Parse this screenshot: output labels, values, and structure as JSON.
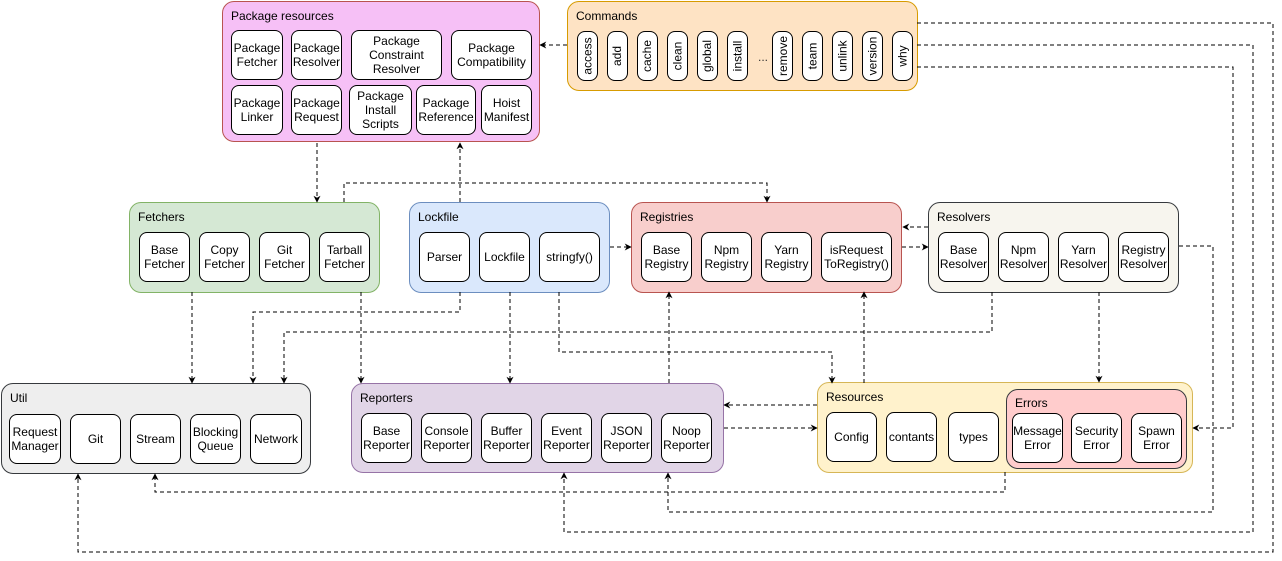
{
  "diagram": {
    "groups": {
      "package_resources": {
        "title": "Package resources",
        "color": "#f6c0f6",
        "items": [
          "Package\nFetcher",
          "Package\nResolver",
          "Package\nConstraint\nResolver",
          "Package\nCompatibility",
          "Package\nLinker",
          "Package\nRequest",
          "Package\nInstall\nScripts",
          "Package\nReference",
          "Hoist\nManifest"
        ]
      },
      "commands": {
        "title": "Commands",
        "color": "#fee3c4",
        "items": [
          "access",
          "add",
          "cache",
          "clean",
          "global",
          "install",
          "remove",
          "team",
          "unlink",
          "version",
          "why"
        ],
        "ellipsis": "..."
      },
      "fetchers": {
        "title": "Fetchers",
        "color": "#d5e8d4",
        "items": [
          "Base\nFetcher",
          "Copy\nFetcher",
          "Git\nFetcher",
          "Tarball\nFetcher"
        ]
      },
      "lockfile": {
        "title": "Lockfile",
        "color": "#dae8fc",
        "items": [
          "Parser",
          "Lockfile",
          "stringfy()"
        ]
      },
      "registries": {
        "title": "Registries",
        "color": "#f8cecc",
        "items": [
          "Base\nRegistry",
          "Npm\nRegistry",
          "Yarn\nRegistry",
          "isRequest\nToRegistry()"
        ]
      },
      "resolvers": {
        "title": "Resolvers",
        "color": "#f7f5ee",
        "items": [
          "Base\nResolver",
          "Npm\nResolver",
          "Yarn\nResolver",
          "Registry\nResolver"
        ]
      },
      "util": {
        "title": "Util",
        "color": "#eeeeee",
        "items": [
          "Request\nManager",
          "Git",
          "Stream",
          "Blocking\nQueue",
          "Network"
        ]
      },
      "reporters": {
        "title": "Reporters",
        "color": "#e1d5e7",
        "items": [
          "Base\nReporter",
          "Console\nReporter",
          "Buffer\nReporter",
          "Event\nReporter",
          "JSON\nReporter",
          "Noop\nReporter"
        ]
      },
      "resources": {
        "title": "Resources",
        "color": "#fff2cc",
        "items": [
          "Config",
          "contants",
          "types"
        ]
      },
      "errors": {
        "title": "Errors",
        "color": "#ffcccc",
        "items": [
          "Message\nError",
          "Security\nError",
          "Spawn\nError"
        ]
      }
    },
    "edges": [
      {
        "from": "commands",
        "to": "package_resources"
      },
      {
        "from": "package_resources",
        "to": "fetchers"
      },
      {
        "from": "lockfile",
        "to": "package_resources"
      },
      {
        "from": "fetchers",
        "to": "registries"
      },
      {
        "from": "lockfile",
        "to": "registries"
      },
      {
        "from": "registries",
        "to": "resolvers"
      },
      {
        "from": "resolvers",
        "to": "registries"
      },
      {
        "from": "fetchers",
        "to": "util"
      },
      {
        "from": "fetchers",
        "to": "reporters"
      },
      {
        "from": "lockfile",
        "to": "util"
      },
      {
        "from": "lockfile",
        "to": "reporters"
      },
      {
        "from": "lockfile",
        "to": "resources"
      },
      {
        "from": "resolvers",
        "to": "util"
      },
      {
        "from": "resolvers",
        "to": "errors"
      },
      {
        "from": "resolvers",
        "to": "reporters"
      },
      {
        "from": "reporters",
        "to": "registries"
      },
      {
        "from": "resources",
        "to": "registries"
      },
      {
        "from": "resources",
        "to": "reporters"
      },
      {
        "from": "reporters",
        "to": "resources"
      },
      {
        "from": "resources",
        "to": "util"
      },
      {
        "from": "commands",
        "to": "errors"
      },
      {
        "from": "commands",
        "to": "reporters"
      },
      {
        "from": "commands",
        "to": "util"
      }
    ]
  }
}
